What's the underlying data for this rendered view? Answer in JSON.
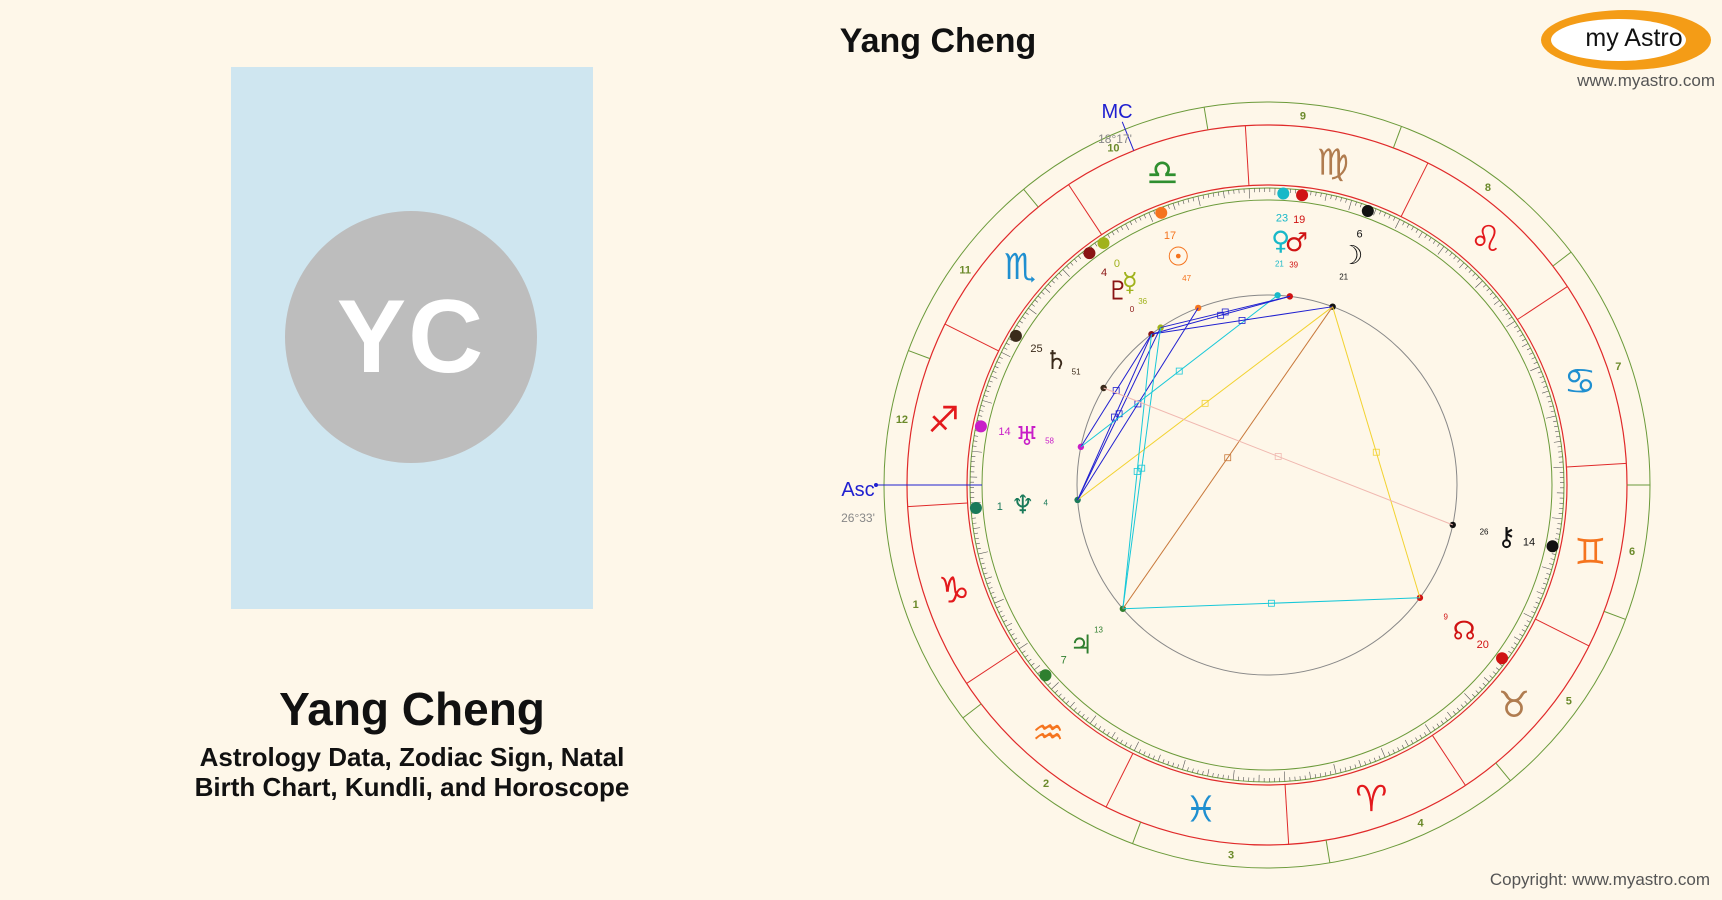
{
  "person": {
    "initials": "YC",
    "name": "Yang Cheng",
    "subtitle_line1": "Astrology Data, Zodiac Sign, Natal",
    "subtitle_line2": "Birth Chart, Kundli, and Horoscope"
  },
  "chart": {
    "title": "Yang Cheng",
    "asc_label": "Asc",
    "asc_degree": "26°33'",
    "mc_label": "MC",
    "mc_degree": "18°17'",
    "asc_longitude": 266.55,
    "mc_longitude": 198.28,
    "house_cusps": [
      266.55,
      304,
      336,
      6,
      36,
      66,
      86.55,
      124,
      156,
      186,
      216,
      246
    ],
    "zodiac_glyphs": [
      "♈",
      "♉",
      "♊",
      "♋",
      "♌",
      "♍",
      "♎",
      "♏",
      "♐",
      "♑",
      "♒",
      "♓"
    ],
    "zodiac_colors": [
      "#e3191c",
      "#b07c4f",
      "#f5741e",
      "#1f8fd0",
      "#e3191c",
      "#b07c4f",
      "#2f8f2f",
      "#1f8fd0",
      "#e3191c",
      "#e3191c",
      "#f5741e",
      "#1f8fd0"
    ],
    "planets": [
      {
        "name": "Sun",
        "glyph": "☉",
        "deg": "17",
        "min": "47",
        "longitude": 197.78,
        "color": "#f5741e"
      },
      {
        "name": "Moon",
        "glyph": "☽",
        "deg": "6",
        "min": "21",
        "longitude": 156.35,
        "color": "#111111"
      },
      {
        "name": "Mercury",
        "glyph": "☿",
        "deg": "0",
        "min": "36",
        "longitude": 210.6,
        "color": "#a0b21c"
      },
      {
        "name": "Venus",
        "glyph": "♀",
        "deg": "23",
        "min": "21",
        "longitude": 173.35,
        "color": "#18b8c8"
      },
      {
        "name": "Mars",
        "glyph": "♂",
        "deg": "19",
        "min": "39",
        "longitude": 169.65,
        "color": "#d01313"
      },
      {
        "name": "Jupiter",
        "glyph": "♃",
        "deg": "7",
        "min": "13",
        "longitude": 307.2,
        "color": "#2f7f2f"
      },
      {
        "name": "Saturn",
        "glyph": "♄",
        "deg": "25",
        "min": "51",
        "longitude": 235.85,
        "color": "#3a2a1a"
      },
      {
        "name": "Uranus",
        "glyph": "♅",
        "deg": "14",
        "min": "58",
        "longitude": 254.97,
        "color": "#c81ec8"
      },
      {
        "name": "Neptune",
        "glyph": "♆",
        "deg": "1",
        "min": "4",
        "longitude": 271.07,
        "color": "#1a7a5a"
      },
      {
        "name": "Pluto",
        "glyph": "♇",
        "deg": "4",
        "min": "0",
        "longitude": 214.0,
        "color": "#8a1414"
      },
      {
        "name": "Node",
        "glyph": "☊",
        "deg": "20",
        "min": "9",
        "longitude": 50.15,
        "color": "#d01313"
      },
      {
        "name": "Chiron",
        "glyph": "⚷",
        "deg": "14",
        "min": "26",
        "longitude": 74.43,
        "color": "#111111"
      }
    ],
    "aspects": [
      {
        "a": "Neptune",
        "b": "Moon",
        "color": "#f2d230"
      },
      {
        "a": "Neptune",
        "b": "Sun",
        "color": "#2020d0"
      },
      {
        "a": "Neptune",
        "b": "Pluto",
        "color": "#2020d0"
      },
      {
        "a": "Neptune",
        "b": "Mercury",
        "color": "#2020d0"
      },
      {
        "a": "Uranus",
        "b": "Pluto",
        "color": "#2020d0"
      },
      {
        "a": "Uranus",
        "b": "Venus",
        "color": "#18c8d8"
      },
      {
        "a": "Pluto",
        "b": "Moon",
        "color": "#2020d0"
      },
      {
        "a": "Pluto",
        "b": "Mars",
        "color": "#2020d0"
      },
      {
        "a": "Mercury",
        "b": "Mars",
        "color": "#2020d0"
      },
      {
        "a": "Jupiter",
        "b": "Pluto",
        "color": "#18c8d8"
      },
      {
        "a": "Jupiter",
        "b": "Mercury",
        "color": "#18c8d8"
      },
      {
        "a": "Jupiter",
        "b": "Node",
        "color": "#18c8d8"
      },
      {
        "a": "Jupiter",
        "b": "Moon",
        "color": "#c8783a"
      },
      {
        "a": "Moon",
        "b": "Node",
        "color": "#f2d230"
      },
      {
        "a": "Saturn",
        "b": "Chiron",
        "color": "#f0b8b0"
      }
    ]
  },
  "brand": {
    "logo_text": "my Astro",
    "site_url": "www.myastro.com",
    "copyright": "Copyright: www.myastro.com"
  }
}
